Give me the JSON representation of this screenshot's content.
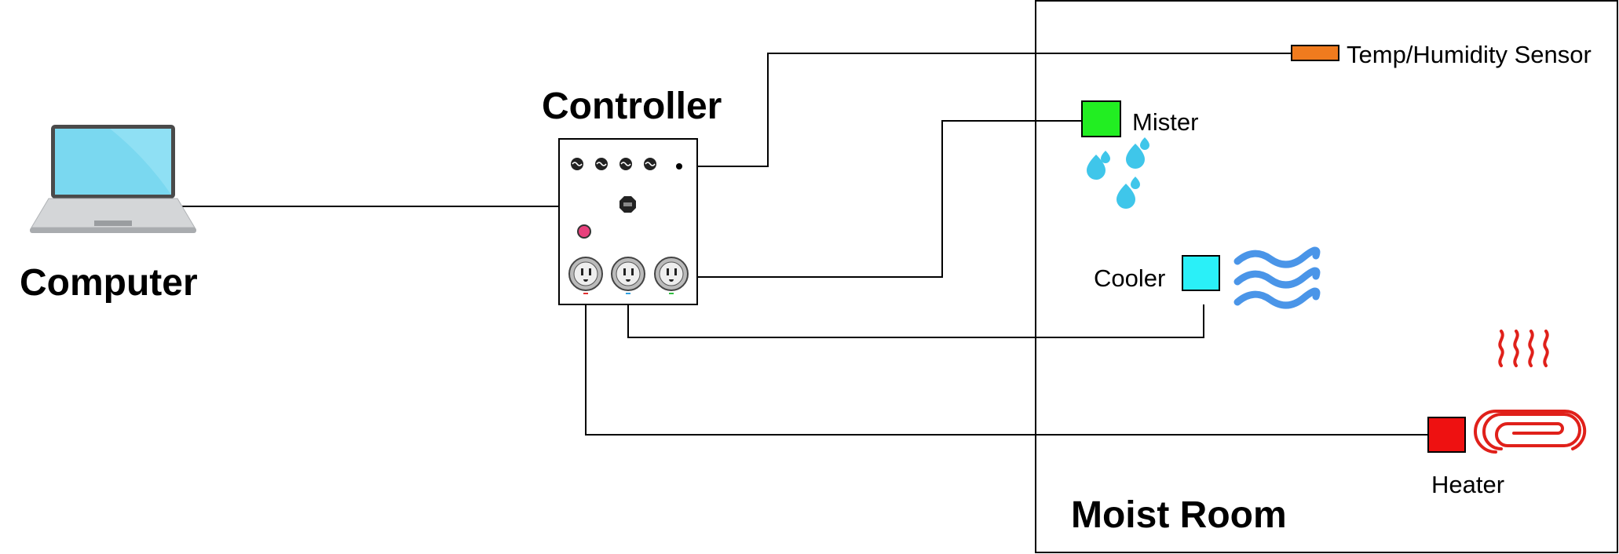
{
  "labels": {
    "computer": "Computer",
    "controller": "Controller",
    "moist_room": "Moist Room",
    "sensor": "Temp/Humidity Sensor",
    "mister": "Mister",
    "cooler": "Cooler",
    "heater": "Heater"
  },
  "colors": {
    "sensor": "#f07b1e",
    "mister": "#22ee22",
    "cooler": "#2af0f8",
    "heater": "#ee1111",
    "water": "#3fc6ea",
    "waves": "#4a95e8",
    "heat_coil": "#e0201a",
    "laptop_screen": "#7ad8f0",
    "indicator": "#e8407c"
  },
  "icons": [
    "laptop-icon",
    "water-drops-icon",
    "air-waves-icon",
    "heating-coil-icon",
    "power-outlet-icon",
    "usb-port-icon"
  ]
}
